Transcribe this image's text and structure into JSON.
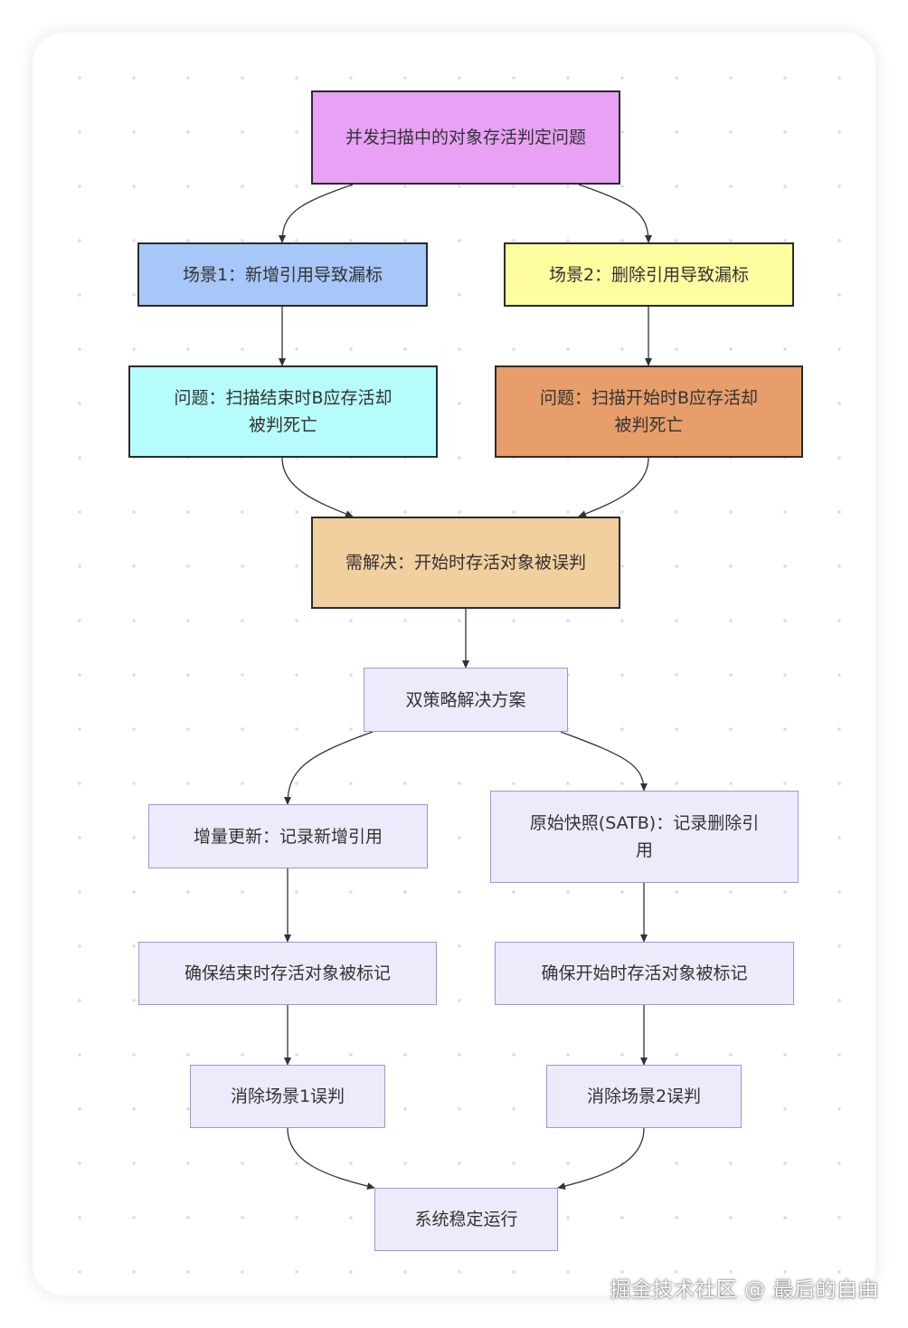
{
  "nodes": {
    "root": "并发扫描中的对象存活判定问题",
    "scene1": "场景1：新增引用导致漏标",
    "scene2": "场景2：删除引用导致漏标",
    "problem1": "问题：扫描结束时B应存活却被判死亡",
    "problem2": "问题：扫描开始时B应存活却被判死亡",
    "need": "需解决：开始时存活对象被误判",
    "strategy": "双策略解决方案",
    "incremental": "增量更新：记录新增引用",
    "satb": "原始快照(SATB)：记录删除引用",
    "ensure_end": "确保结束时存活对象被标记",
    "ensure_start": "确保开始时存活对象被标记",
    "fix1": "消除场景1误判",
    "fix2": "消除场景2误判",
    "stable": "系统稳定运行"
  },
  "colors": {
    "root": "#e8a1f4",
    "scene1": "#a6c7f7",
    "scene2": "#fefd9f",
    "problem1": "#b6fcfb",
    "problem2": "#e79e6a",
    "need": "#f2cf9e",
    "default": "#ecebfb",
    "default_border": "#9d95d8"
  },
  "watermark": "掘金技术社区 @ 最后的自由"
}
